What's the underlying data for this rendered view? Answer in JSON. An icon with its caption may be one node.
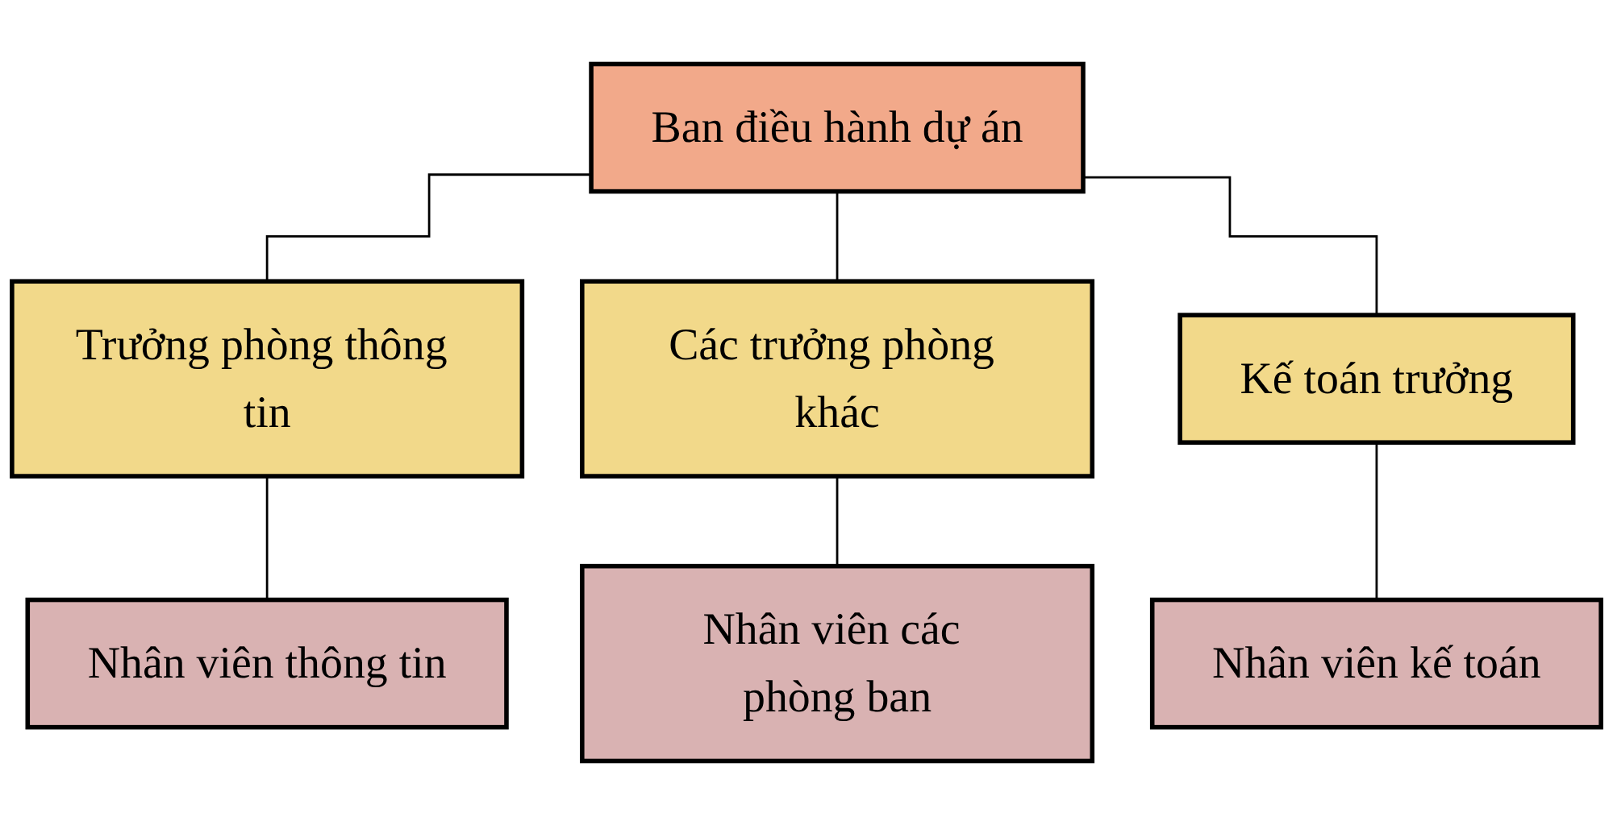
{
  "diagram": {
    "nodes": [
      {
        "text": [
          "Ban điều hành dự án"
        ]
      },
      {
        "text": [
          "Trưởng phòng thông tin"
        ]
      },
      {
        "text": [
          "Các trưởng phòng khác"
        ]
      },
      {
        "text": [
          "Kế toán trưởng"
        ]
      },
      {
        "text": [
          "Nhân viên thông tin"
        ]
      },
      {
        "text": [
          "Nhân viên các phòng ban"
        ]
      },
      {
        "text": [
          "Nhân viên kế toán"
        ]
      }
    ],
    "edges": [
      {
        "from": 0,
        "to": 1,
        "arrow": "none"
      },
      {
        "from": 0,
        "to": 2,
        "arrow": "none"
      },
      {
        "from": 0,
        "to": 3,
        "arrow": "none"
      },
      {
        "from": 1,
        "to": 4,
        "arrow": "none"
      },
      {
        "from": 2,
        "to": 5,
        "arrow": "none"
      },
      {
        "from": 3,
        "to": 6,
        "arrow": "none"
      }
    ]
  }
}
